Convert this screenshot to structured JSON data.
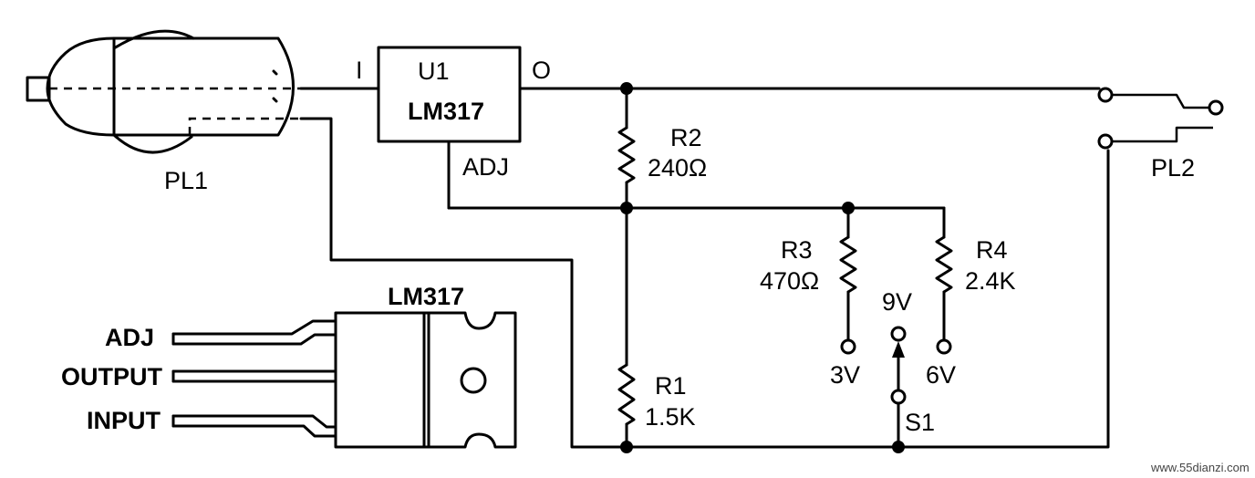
{
  "labels": {
    "plug1": "PL1",
    "plug2": "PL2",
    "u1": "U1",
    "u1_part": "LM317",
    "pin_in": "I",
    "pin_out": "O",
    "pin_adj": "ADJ",
    "r1_name": "R1",
    "r1_value": "1.5K",
    "r2_name": "R2",
    "r2_value": "240Ω",
    "r3_name": "R3",
    "r3_value": "470Ω",
    "r4_name": "R4",
    "r4_value": "2.4K",
    "switch": "S1",
    "pos_9v": "9V",
    "pos_3v": "3V",
    "pos_6v": "6V",
    "pkg_title": "LM317",
    "pkg_adj": "ADJ",
    "pkg_output": "OUTPUT",
    "pkg_input": "INPUT"
  },
  "watermark": "www.55dianzi.com"
}
